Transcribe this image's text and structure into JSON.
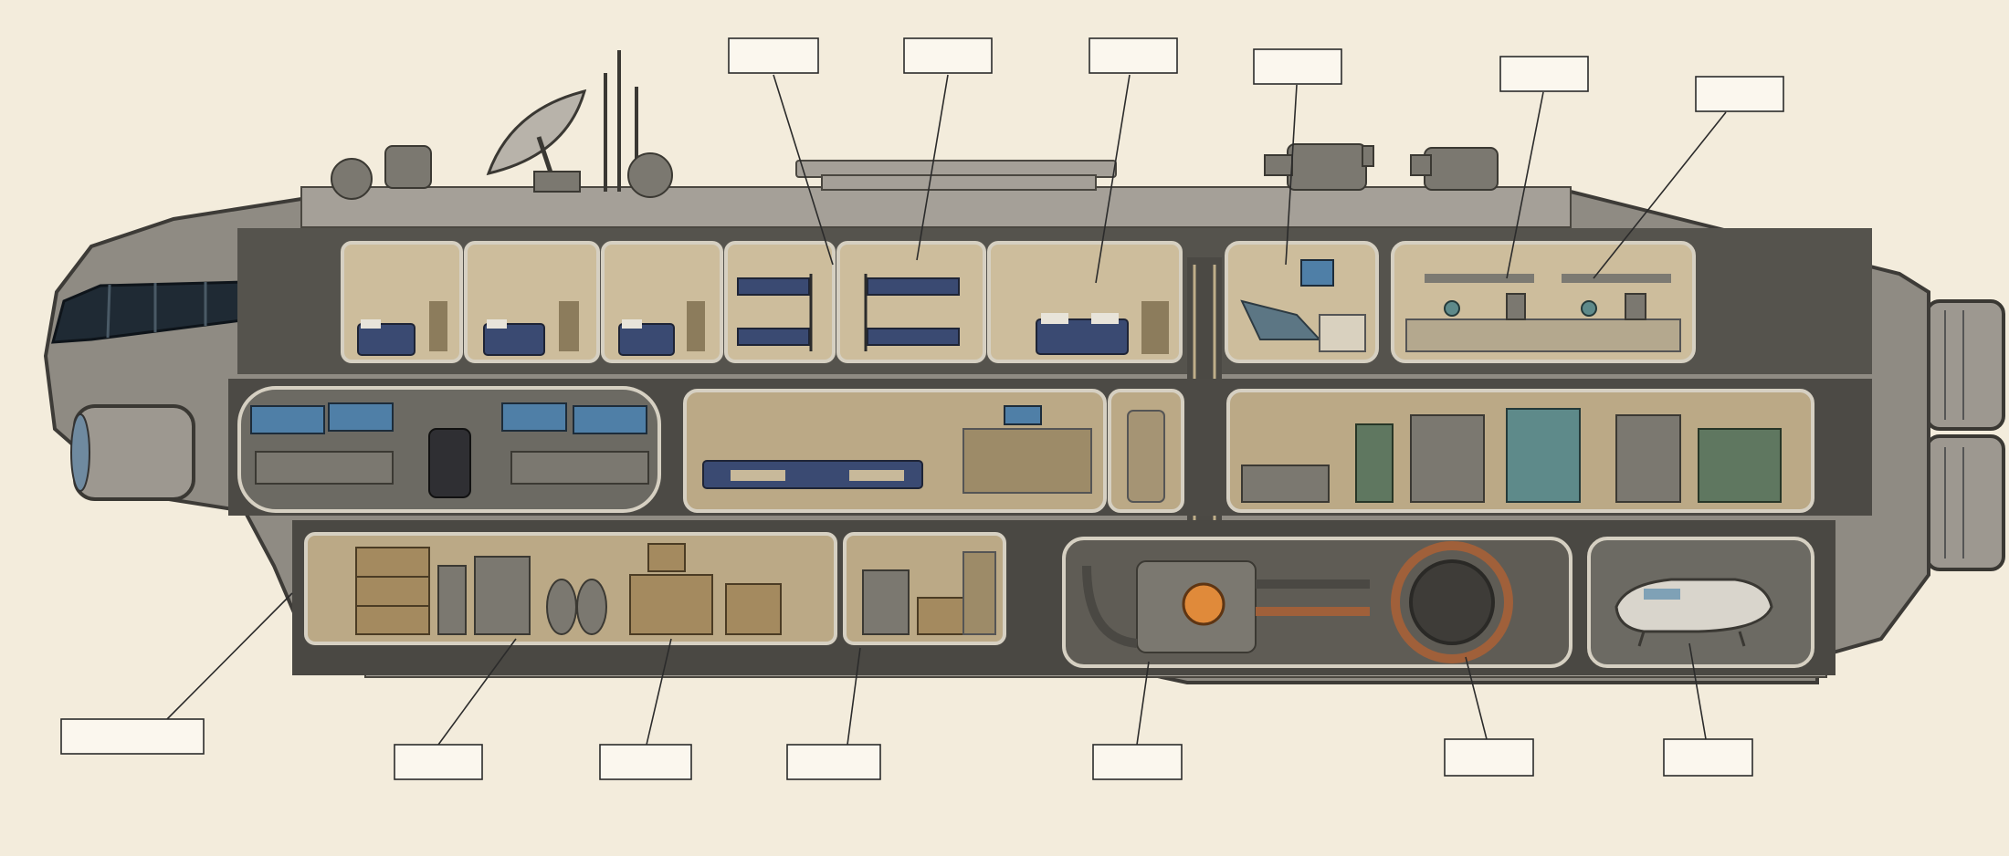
{
  "diagram": {
    "title": "",
    "background_color": "#f3ecdc",
    "hull_color": "#8f8b83",
    "label_count": 13
  },
  "labels": {
    "top": [
      {
        "name": "callout-bunk-room",
        "text": ""
      },
      {
        "name": "callout-bunk-room-2",
        "text": ""
      },
      {
        "name": "callout-captain-quarters",
        "text": ""
      },
      {
        "name": "callout-medical-bay",
        "text": ""
      },
      {
        "name": "callout-laboratory",
        "text": ""
      },
      {
        "name": "callout-laboratory-equipment",
        "text": ""
      }
    ],
    "bottom": [
      {
        "name": "callout-cockpit",
        "text": ""
      },
      {
        "name": "callout-cargo-hold",
        "text": ""
      },
      {
        "name": "callout-storage-crates",
        "text": ""
      },
      {
        "name": "callout-life-support",
        "text": ""
      },
      {
        "name": "callout-reactor-core",
        "text": ""
      },
      {
        "name": "callout-ring-drive",
        "text": ""
      },
      {
        "name": "callout-shuttle-bay",
        "text": ""
      }
    ]
  }
}
